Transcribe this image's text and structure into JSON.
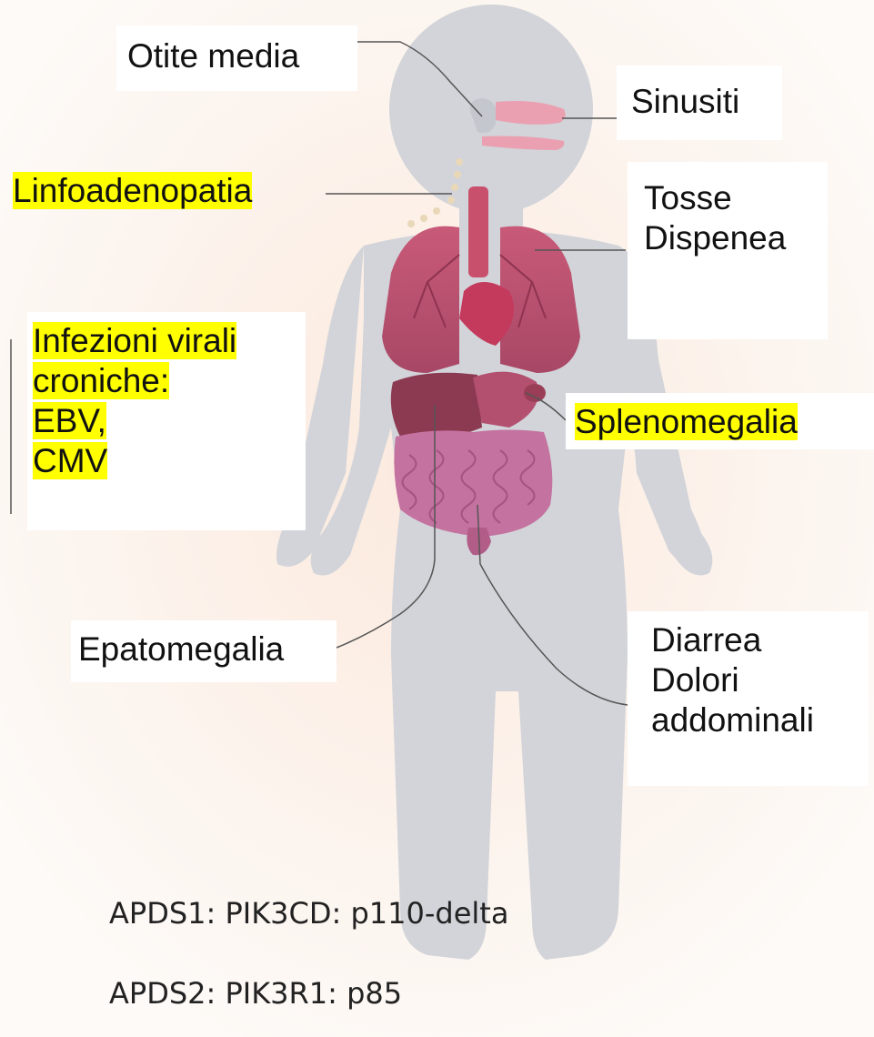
{
  "labels": {
    "otite": "Otite media",
    "sinusiti": "Sinusiti",
    "linfo": "Linfoadenopatia",
    "tosse_lines": [
      "Tosse",
      "Dispenea"
    ],
    "infezioni_lines": [
      "Infezioni virali",
      "croniche:",
      "EBV,",
      "CMV"
    ],
    "spleno": "Splenomegalia",
    "epato": "Epatomegalia",
    "diarrea_lines": [
      "Diarrea",
      "Dolori",
      "addominali"
    ]
  },
  "captions": {
    "apds1": "APDS1: PIK3CD: p110-delta",
    "apds2": "APDS2: PIK3R1: p85"
  },
  "highlight_color": "#ffff00",
  "silhouette_color": "#d2d4d9"
}
